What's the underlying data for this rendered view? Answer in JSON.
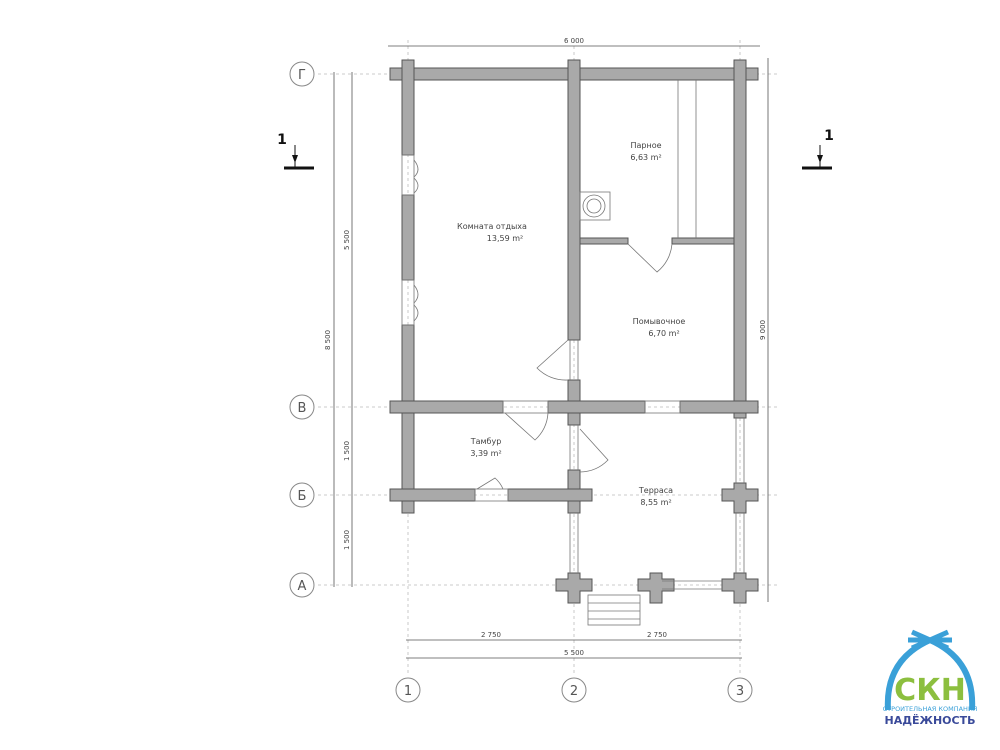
{
  "rooms": [
    {
      "name": "Комната отдыха",
      "area": "13,59 m²"
    },
    {
      "name": "Парное",
      "area": "6,63 m²"
    },
    {
      "name": "Помывочное",
      "area": "6,70 m²"
    },
    {
      "name": "Тамбур",
      "area": "3,39 m²"
    },
    {
      "name": "Терраса",
      "area": "8,55 m²"
    }
  ],
  "axes_rows": [
    "Г",
    "В",
    "Б",
    "А"
  ],
  "axes_cols": [
    "1",
    "2",
    "3"
  ],
  "dimensions": {
    "top": "6 000",
    "left_total": "8 500",
    "left_a": "5 500",
    "left_b": "1 500",
    "left_c": "1 500",
    "right": "9 000",
    "bottom_a": "2 750",
    "bottom_b": "2 750",
    "bottom_total": "5 500"
  },
  "section_marks": [
    "1",
    "1"
  ],
  "logo": {
    "mark": "СКН",
    "line1": "СТРОИТЕЛЬНАЯ КОМПАНИЯ",
    "line2": "НАДЁЖНОСТЬ",
    "colors": {
      "blue": "#3aa0d8",
      "green": "#8cbf3f",
      "navy": "#3a4a9a"
    }
  }
}
